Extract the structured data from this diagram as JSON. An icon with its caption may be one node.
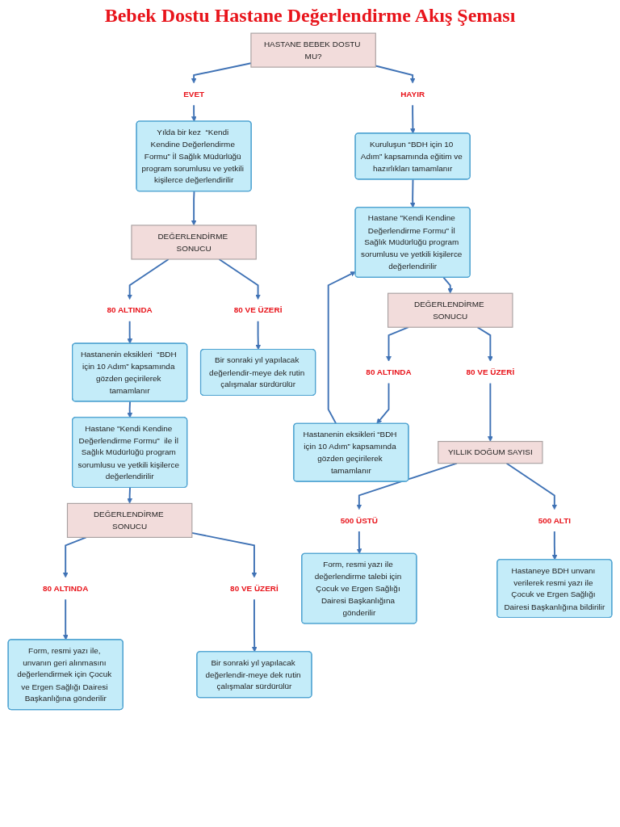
{
  "diagram": {
    "title": "Bebek Dostu Hastane Değerlendirme Akış Şeması",
    "nodes": [
      {
        "text": [
          "HASTANE BEBEK DOSTU MU?"
        ]
      },
      {
        "text": [
          "EVET"
        ]
      },
      {
        "text": [
          "HAYIR"
        ]
      },
      {
        "text": [
          "Yılda bir kez  “Kendi Kendine Değerlendirme Formu” İl Sağlık Müdürlüğü program sorumlusu ve yetkili kişilerce değerlendirilir"
        ]
      },
      {
        "text": [
          "DEĞERLENDİRME SONUCU"
        ]
      },
      {
        "text": [
          "80 ALTINDA"
        ]
      },
      {
        "text": [
          "80 VE ÜZERİ"
        ]
      },
      {
        "text": [
          "Hastanenin eksikleri  “BDH için 10 Adım” kapsamında gözden geçirilerek tamamlanır"
        ]
      },
      {
        "text": [
          "Bir sonraki yıl yapılacak değerlendir-meye dek rutin çalışmalar sürdürülür"
        ]
      },
      {
        "text": [
          "Hastane \"Kendi Kendine Değerlendirme Formu\"  ile İl Sağlık Müdürlüğü program sorumlusu ve yetkili kişilerce değerlendirilir"
        ]
      },
      {
        "text": [
          "DEĞERLENDİRME SONUCU"
        ]
      },
      {
        "text": [
          "80 ALTINDA"
        ]
      },
      {
        "text": [
          "80 VE ÜZERİ"
        ]
      },
      {
        "text": [
          "Form, resmi yazı ile, unvanın geri alınmasını değerlendirmek için Çocuk ve Ergen Sağlığı Dairesi Başkanlığına gönderilir"
        ]
      },
      {
        "text": [
          "Bir sonraki yıl yapılacak değerlendir-meye dek rutin çalışmalar sürdürülür"
        ]
      },
      {
        "text": [
          "Kuruluşun “BDH için 10 Adım” kapsamında eğitim ve hazırlıkları tamamlanır"
        ]
      },
      {
        "text": [
          "Hastane \"Kendi Kendine Değerlendirme Formu\" İl Sağlık Müdürlüğü program sorumlusu ve yetkili kişilerce değerlendirilir"
        ]
      },
      {
        "text": [
          "DEĞERLENDİRME SONUCU"
        ]
      },
      {
        "text": [
          "80 ALTINDA"
        ]
      },
      {
        "text": [
          "80 VE ÜZERİ"
        ]
      },
      {
        "text": [
          "Hastanenin eksikleri “BDH için 10 Adım” kapsamında gözden geçirilerek tamamlanır"
        ]
      },
      {
        "text": [
          "YILLIK DOĞUM SAYISI"
        ]
      },
      {
        "text": [
          "500 ÜSTÜ"
        ]
      },
      {
        "text": [
          "500 ALTI"
        ]
      },
      {
        "text": [
          "Form, resmi yazı ile değerlendirme talebi için Çocuk ve Ergen Sağlığı Dairesi Başkanlığına gönderilir"
        ]
      },
      {
        "text": [
          "Hastaneye BDH unvanı verilerek resmi yazı ile Çocuk ve Ergen Sağlığı Dairesi Başkanlığına bildirilir"
        ]
      }
    ],
    "edges": [
      {
        "from": 0,
        "to": 1,
        "arrow": "to"
      },
      {
        "from": 0,
        "to": 2,
        "arrow": "to"
      },
      {
        "from": 1,
        "to": 3,
        "arrow": "to"
      },
      {
        "from": 2,
        "to": 15,
        "arrow": "to"
      },
      {
        "from": 3,
        "to": 4,
        "arrow": "to"
      },
      {
        "from": 4,
        "to": 5,
        "arrow": "to"
      },
      {
        "from": 4,
        "to": 6,
        "arrow": "to"
      },
      {
        "from": 5,
        "to": 7,
        "arrow": "to"
      },
      {
        "from": 6,
        "to": 8,
        "arrow": "to"
      },
      {
        "from": 7,
        "to": 9,
        "arrow": "to"
      },
      {
        "from": 9,
        "to": 10,
        "arrow": "to"
      },
      {
        "from": 10,
        "to": 11,
        "arrow": "to"
      },
      {
        "from": 10,
        "to": 12,
        "arrow": "to"
      },
      {
        "from": 11,
        "to": 13,
        "arrow": "to"
      },
      {
        "from": 12,
        "to": 14,
        "arrow": "to"
      },
      {
        "from": 15,
        "to": 16,
        "arrow": "to"
      },
      {
        "from": 16,
        "to": 17,
        "arrow": "to"
      },
      {
        "from": 17,
        "to": 18,
        "arrow": "to"
      },
      {
        "from": 17,
        "to": 19,
        "arrow": "to"
      },
      {
        "from": 18,
        "to": 20,
        "arrow": "to"
      },
      {
        "from": 19,
        "to": 21,
        "arrow": "to"
      },
      {
        "from": 20,
        "to": 16,
        "arrow": "to"
      },
      {
        "from": 21,
        "to": 22,
        "arrow": "to"
      },
      {
        "from": 21,
        "to": 23,
        "arrow": "to"
      },
      {
        "from": 22,
        "to": 24,
        "arrow": "to"
      },
      {
        "from": 23,
        "to": 25,
        "arrow": "to"
      }
    ]
  }
}
